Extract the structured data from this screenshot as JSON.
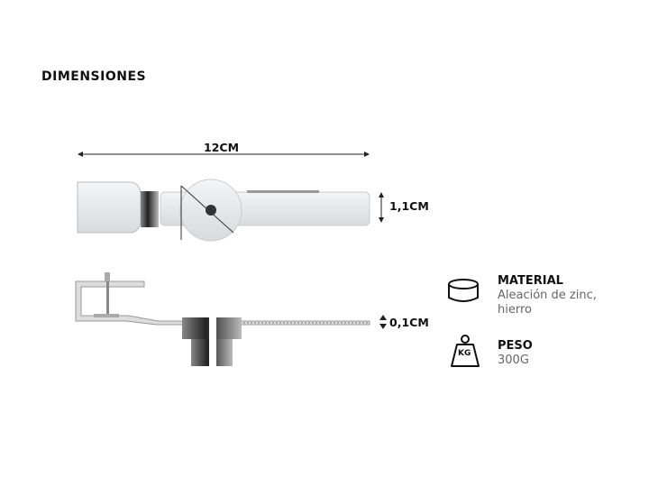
{
  "title": "DIMENSIONES",
  "dimensions": {
    "length": "12CM",
    "width": "1,1CM",
    "thickness": "0,1CM"
  },
  "specs": [
    {
      "icon": "material-disc-icon",
      "label": "MATERIAL",
      "value_line1": "Aleación de zinc,",
      "value_line2": "hierro"
    },
    {
      "icon": "weight-kg-icon",
      "label": "PESO",
      "value_line1": "300G",
      "icon_text": "KG"
    }
  ]
}
